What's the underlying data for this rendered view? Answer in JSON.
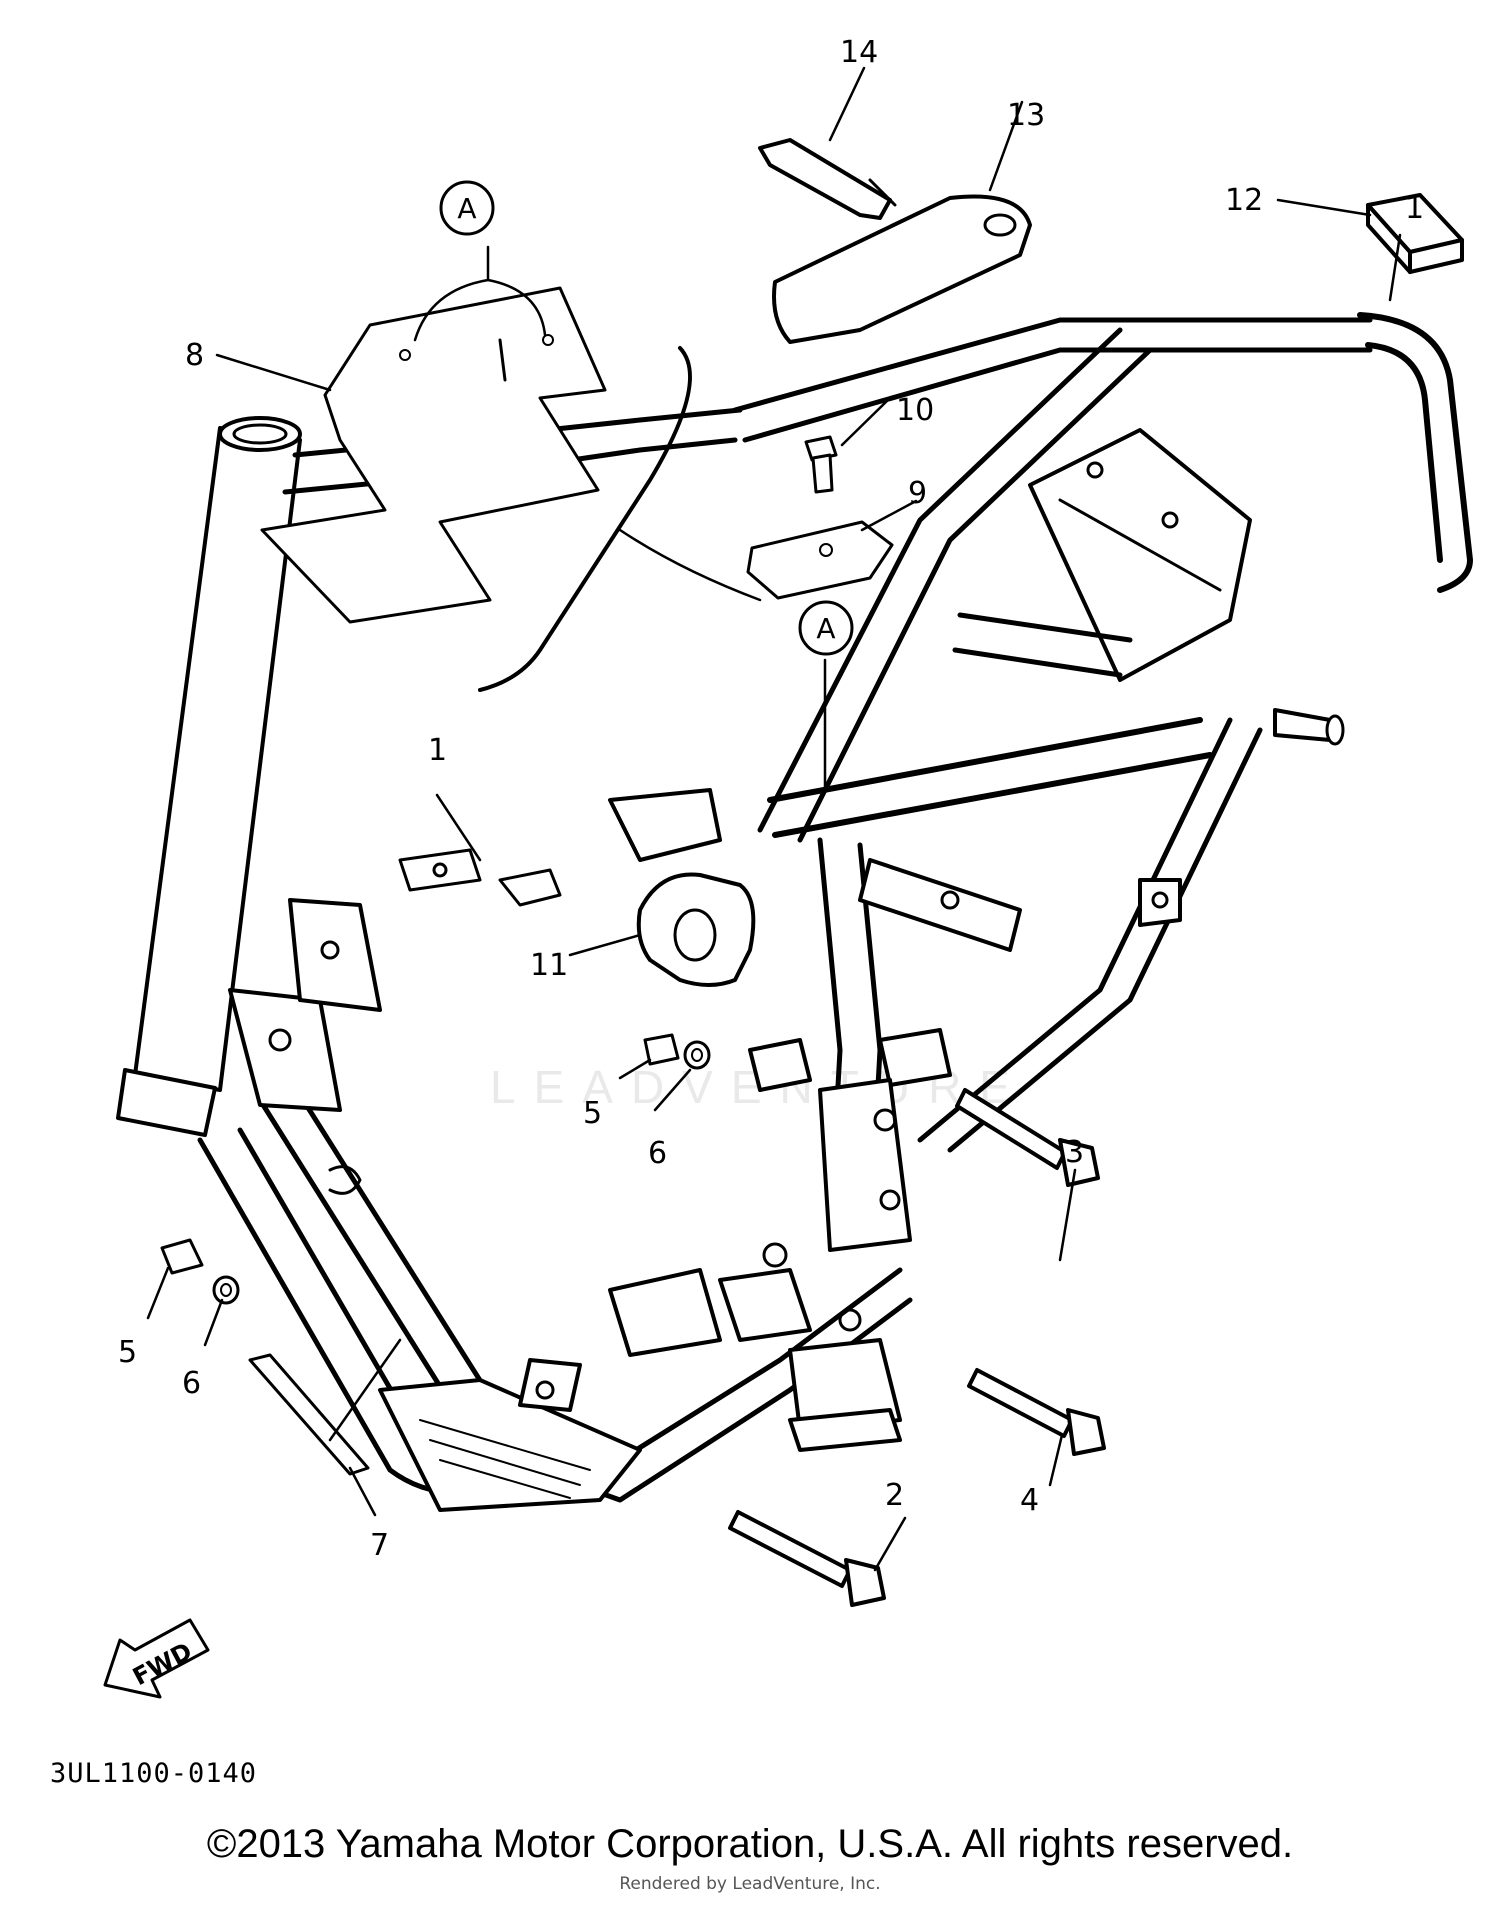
{
  "diagram": {
    "callouts": [
      "1",
      "1",
      "2",
      "3",
      "4",
      "5",
      "5",
      "6",
      "6",
      "7",
      "8",
      "9",
      "10",
      "11",
      "12",
      "13",
      "14"
    ],
    "reference_marker": "A",
    "fwd_label": "FWD",
    "diagram_code": "3UL1100-0140",
    "watermark": "LEADVENTURE",
    "copyright": "©2013 Yamaha Motor Corporation, U.S.A. All rights reserved.",
    "rendered_by": "Rendered by LeadVenture, Inc."
  }
}
